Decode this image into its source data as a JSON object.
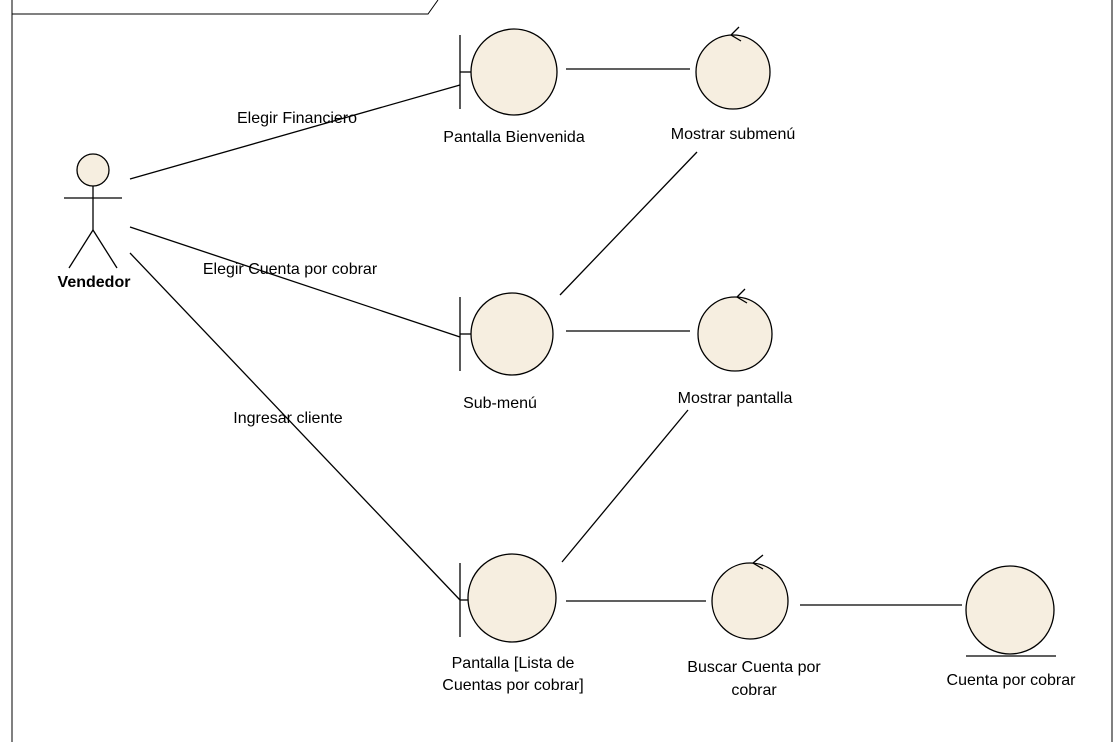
{
  "diagram": {
    "colors": {
      "fill": "#f6eee0",
      "stroke": "#000000",
      "background": "#ffffff"
    },
    "actor": {
      "name": "Vendedor"
    },
    "nodes": {
      "boundary_bienvenida": {
        "kind": "boundary",
        "label": "Pantalla Bienvenida"
      },
      "control_submenu": {
        "kind": "control",
        "label": "Mostrar submenú"
      },
      "boundary_submenu": {
        "kind": "boundary",
        "label": "Sub-menú"
      },
      "control_pantalla": {
        "kind": "control",
        "label": "Mostrar pantalla"
      },
      "boundary_lista": {
        "kind": "boundary",
        "label_line1": "Pantalla [Lista de",
        "label_line2": "Cuentas por cobrar]"
      },
      "control_buscar": {
        "kind": "control",
        "label_line1": "Buscar Cuenta por",
        "label_line2": "cobrar"
      },
      "entity_cuenta": {
        "kind": "entity",
        "label": "Cuenta por cobrar"
      }
    },
    "messages": {
      "elegir_financiero": "Elegir Financiero",
      "elegir_cuenta": "Elegir Cuenta por cobrar",
      "ingresar_cliente": "Ingresar cliente"
    }
  }
}
